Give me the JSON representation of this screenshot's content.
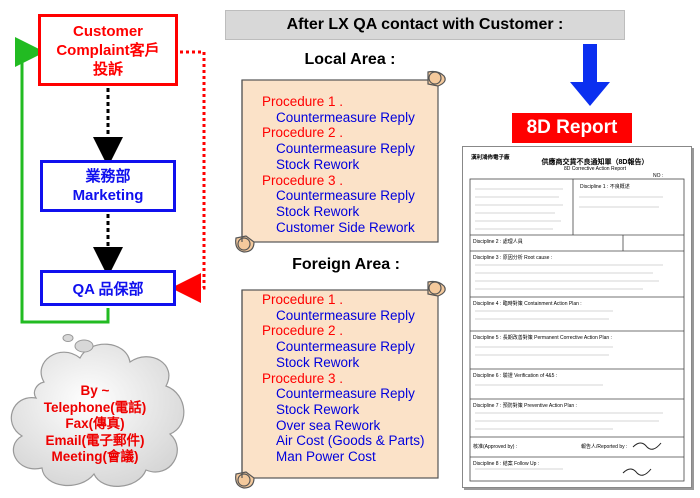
{
  "flow": {
    "customer_line1": "Customer",
    "customer_line2": "Complaint客戶",
    "customer_line3": "投訴",
    "marketing_line1": "業務部",
    "marketing_line2": "Marketing",
    "qa_label": "QA 品保部"
  },
  "header": {
    "title": "After  LX  QA contact with Customer :"
  },
  "local": {
    "title": "Local Area :",
    "items": [
      {
        "text": "Procedure 1 .",
        "kind": "heading"
      },
      {
        "text": "Countermeasure Reply",
        "kind": "step"
      },
      {
        "text": "Procedure 2 .",
        "kind": "heading"
      },
      {
        "text": "Countermeasure Reply",
        "kind": "step"
      },
      {
        "text": "Stock Rework",
        "kind": "step"
      },
      {
        "text": "Procedure 3 .",
        "kind": "heading"
      },
      {
        "text": "Countermeasure Reply",
        "kind": "step"
      },
      {
        "text": "Stock Rework",
        "kind": "step"
      },
      {
        "text": "Customer Side Rework",
        "kind": "step"
      }
    ]
  },
  "foreign": {
    "title": "Foreign Area :",
    "items": [
      {
        "text": "Procedure 1 .",
        "kind": "heading"
      },
      {
        "text": "Countermeasure Reply",
        "kind": "step"
      },
      {
        "text": "Procedure 2 .",
        "kind": "heading"
      },
      {
        "text": "Countermeasure Reply",
        "kind": "step"
      },
      {
        "text": "Stock Rework",
        "kind": "step"
      },
      {
        "text": "Procedure 3 .",
        "kind": "heading"
      },
      {
        "text": "Countermeasure Reply",
        "kind": "step"
      },
      {
        "text": "Stock Rework",
        "kind": "step"
      },
      {
        "text": "Over sea Rework",
        "kind": "step"
      },
      {
        "text": "Air Cost (Goods & Parts)",
        "kind": "step"
      },
      {
        "text": "Man Power Cost",
        "kind": "step"
      }
    ]
  },
  "report": {
    "label": "8D Report",
    "doc_header_left": "漢利鴻佈電子廠",
    "doc_title_cn": "供應商交貨不良通知單（8D報告）",
    "doc_title_en": "8D Corrective Action Report",
    "doc_no": "NO :",
    "sections": [
      "Discipline 1 : 不良概述",
      "Discipline 2 : 處理人員",
      "Discipline 3 : 原因分析 Root cause :",
      "Discipline 4 : 臨時對策 Containment Action Plan :",
      "Discipline 5 : 長期改善對策 Permanent Corrective Action Plan :",
      "Discipline 6 : 驗證 Verification of 4&5 :",
      "Discipline 7 : 預防對策 Preventive Action Plan :",
      "Discipline 8 : 結案 Follow Up :"
    ],
    "approved": "核准(Approved by) :",
    "reported": "報告人/Reported by :"
  },
  "contact": {
    "line1": "By ~",
    "line2": "Telephone(電話)",
    "line3": "Fax(傳真)",
    "line4": "Email(電子郵件)",
    "line5": "Meeting(會議)"
  },
  "colors": {
    "red": "#ff0000",
    "blue": "#1010ee",
    "green": "#22bb22",
    "scroll_fill": "#fbe2c8",
    "arrow_blue": "#0b2ff0"
  }
}
